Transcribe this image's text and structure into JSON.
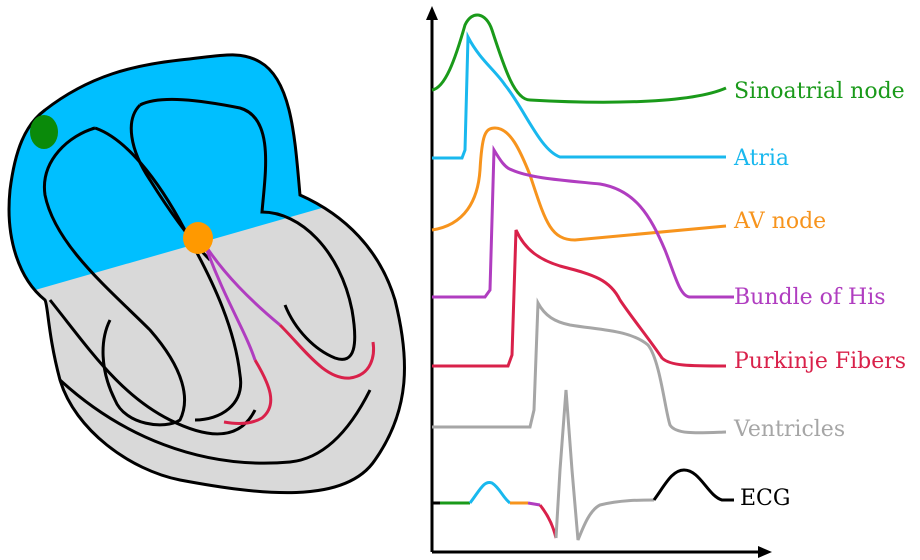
{
  "labels": {
    "sa": {
      "text": "Sinoatrial node",
      "color": "#1a9a1a"
    },
    "atria": {
      "text": "Atria",
      "color": "#19b8ee"
    },
    "av": {
      "text": "AV node",
      "color": "#f7941d"
    },
    "his": {
      "text": "Bundle of His",
      "color": "#b03dc0"
    },
    "purkinje": {
      "text": "Purkinje Fibers",
      "color": "#d9214a"
    },
    "ventricles": {
      "text": "Ventricles",
      "color": "#a6a6a6"
    },
    "ecg": {
      "text": "ECG",
      "color": "#000000"
    }
  },
  "heart": {
    "upper_fill": "#00bfff",
    "lower_fill": "#d9d9d9",
    "sa_node_color": "#0a8a0a",
    "av_node_color": "#ff9900"
  }
}
